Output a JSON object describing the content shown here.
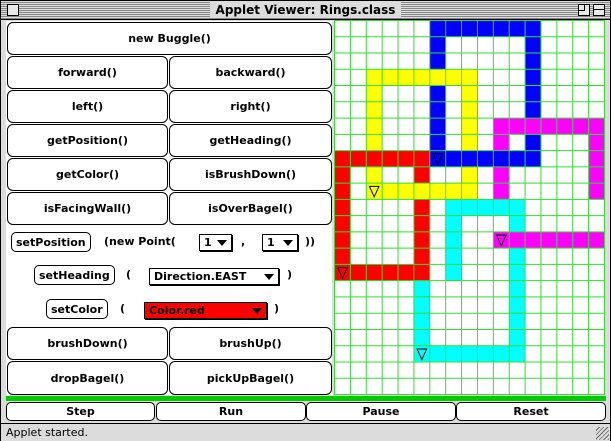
{
  "window": {
    "title": "Applet Viewer: Rings.class"
  },
  "buttons": {
    "new_buggle": "new Buggle()",
    "forward": "forward()",
    "backward": "backward()",
    "left": "left()",
    "right": "right()",
    "get_position": "getPosition()",
    "get_heading": "getHeading()",
    "get_color": "getColor()",
    "is_brush_down": "isBrushDown()",
    "is_facing_wall": "isFacingWall()",
    "is_over_bagel": "isOverBagel()",
    "set_position": "setPosition",
    "set_heading": "setHeading",
    "set_color": "setColor",
    "brush_down": "brushDown()",
    "brush_up": "brushUp()",
    "drop_bagel": "dropBagel()",
    "pick_up_bagel": "pickUpBagel()"
  },
  "set_position": {
    "open": "(new Point(",
    "comma": ",",
    "close": "))",
    "x_value": "1",
    "y_value": "1"
  },
  "set_heading": {
    "open": "(",
    "close": ")",
    "value": "Direction.EAST"
  },
  "set_color": {
    "open": "(",
    "close": ")",
    "value": "Color.red",
    "value_color": "#ff0000"
  },
  "controls": {
    "step": "Step",
    "run": "Run",
    "pause": "Pause",
    "reset": "Reset"
  },
  "status": {
    "text": "Applet started."
  },
  "grid": {
    "cols": 17,
    "rows": 23,
    "line_color": "#33dd33",
    "colors": {
      "blue": "#0000ff",
      "yellow": "#ffff00",
      "magenta": "#ff00ff",
      "red": "#ff0000",
      "cyan": "#00ffff"
    },
    "cells": [
      {
        "col": 6,
        "row": 0,
        "color": "blue"
      },
      {
        "col": 7,
        "row": 0,
        "color": "blue"
      },
      {
        "col": 8,
        "row": 0,
        "color": "blue"
      },
      {
        "col": 9,
        "row": 0,
        "color": "blue"
      },
      {
        "col": 10,
        "row": 0,
        "color": "blue"
      },
      {
        "col": 11,
        "row": 0,
        "color": "blue"
      },
      {
        "col": 12,
        "row": 0,
        "color": "blue"
      },
      {
        "col": 6,
        "row": 1,
        "color": "blue"
      },
      {
        "col": 12,
        "row": 1,
        "color": "blue"
      },
      {
        "col": 6,
        "row": 2,
        "color": "blue"
      },
      {
        "col": 12,
        "row": 2,
        "color": "blue"
      },
      {
        "col": 2,
        "row": 3,
        "color": "yellow"
      },
      {
        "col": 3,
        "row": 3,
        "color": "yellow"
      },
      {
        "col": 4,
        "row": 3,
        "color": "yellow"
      },
      {
        "col": 5,
        "row": 3,
        "color": "yellow"
      },
      {
        "col": 6,
        "row": 3,
        "color": "yellow"
      },
      {
        "col": 7,
        "row": 3,
        "color": "yellow"
      },
      {
        "col": 8,
        "row": 3,
        "color": "yellow"
      },
      {
        "col": 12,
        "row": 3,
        "color": "blue"
      },
      {
        "col": 2,
        "row": 4,
        "color": "yellow"
      },
      {
        "col": 6,
        "row": 4,
        "color": "blue"
      },
      {
        "col": 8,
        "row": 4,
        "color": "yellow"
      },
      {
        "col": 12,
        "row": 4,
        "color": "blue"
      },
      {
        "col": 2,
        "row": 5,
        "color": "yellow"
      },
      {
        "col": 6,
        "row": 5,
        "color": "blue"
      },
      {
        "col": 8,
        "row": 5,
        "color": "yellow"
      },
      {
        "col": 12,
        "row": 5,
        "color": "blue"
      },
      {
        "col": 2,
        "row": 6,
        "color": "yellow"
      },
      {
        "col": 6,
        "row": 6,
        "color": "blue"
      },
      {
        "col": 8,
        "row": 6,
        "color": "yellow"
      },
      {
        "col": 10,
        "row": 6,
        "color": "magenta"
      },
      {
        "col": 11,
        "row": 6,
        "color": "magenta"
      },
      {
        "col": 12,
        "row": 6,
        "color": "magenta"
      },
      {
        "col": 13,
        "row": 6,
        "color": "magenta"
      },
      {
        "col": 14,
        "row": 6,
        "color": "magenta"
      },
      {
        "col": 15,
        "row": 6,
        "color": "magenta"
      },
      {
        "col": 16,
        "row": 6,
        "color": "magenta"
      },
      {
        "col": 2,
        "row": 7,
        "color": "yellow"
      },
      {
        "col": 6,
        "row": 7,
        "color": "blue"
      },
      {
        "col": 8,
        "row": 7,
        "color": "yellow"
      },
      {
        "col": 10,
        "row": 7,
        "color": "magenta"
      },
      {
        "col": 12,
        "row": 7,
        "color": "blue"
      },
      {
        "col": 16,
        "row": 7,
        "color": "magenta"
      },
      {
        "col": 0,
        "row": 8,
        "color": "red"
      },
      {
        "col": 1,
        "row": 8,
        "color": "red"
      },
      {
        "col": 2,
        "row": 8,
        "color": "red"
      },
      {
        "col": 3,
        "row": 8,
        "color": "red"
      },
      {
        "col": 4,
        "row": 8,
        "color": "red"
      },
      {
        "col": 5,
        "row": 8,
        "color": "red"
      },
      {
        "col": 6,
        "row": 8,
        "color": "blue"
      },
      {
        "col": 7,
        "row": 8,
        "color": "blue"
      },
      {
        "col": 8,
        "row": 8,
        "color": "blue"
      },
      {
        "col": 9,
        "row": 8,
        "color": "blue"
      },
      {
        "col": 10,
        "row": 8,
        "color": "blue"
      },
      {
        "col": 11,
        "row": 8,
        "color": "blue"
      },
      {
        "col": 12,
        "row": 8,
        "color": "blue"
      },
      {
        "col": 16,
        "row": 8,
        "color": "magenta"
      },
      {
        "col": 0,
        "row": 9,
        "color": "red"
      },
      {
        "col": 2,
        "row": 9,
        "color": "yellow"
      },
      {
        "col": 5,
        "row": 9,
        "color": "red"
      },
      {
        "col": 8,
        "row": 9,
        "color": "yellow"
      },
      {
        "col": 10,
        "row": 9,
        "color": "magenta"
      },
      {
        "col": 16,
        "row": 9,
        "color": "magenta"
      },
      {
        "col": 0,
        "row": 10,
        "color": "red"
      },
      {
        "col": 2,
        "row": 10,
        "color": "yellow"
      },
      {
        "col": 3,
        "row": 10,
        "color": "yellow"
      },
      {
        "col": 4,
        "row": 10,
        "color": "yellow"
      },
      {
        "col": 5,
        "row": 10,
        "color": "yellow"
      },
      {
        "col": 6,
        "row": 10,
        "color": "yellow"
      },
      {
        "col": 7,
        "row": 10,
        "color": "yellow"
      },
      {
        "col": 8,
        "row": 10,
        "color": "yellow"
      },
      {
        "col": 10,
        "row": 10,
        "color": "magenta"
      },
      {
        "col": 16,
        "row": 10,
        "color": "magenta"
      },
      {
        "col": 0,
        "row": 11,
        "color": "red"
      },
      {
        "col": 5,
        "row": 11,
        "color": "red"
      },
      {
        "col": 7,
        "row": 11,
        "color": "cyan"
      },
      {
        "col": 8,
        "row": 11,
        "color": "cyan"
      },
      {
        "col": 9,
        "row": 11,
        "color": "cyan"
      },
      {
        "col": 10,
        "row": 11,
        "color": "cyan"
      },
      {
        "col": 11,
        "row": 11,
        "color": "cyan"
      },
      {
        "col": 0,
        "row": 12,
        "color": "red"
      },
      {
        "col": 5,
        "row": 12,
        "color": "red"
      },
      {
        "col": 7,
        "row": 12,
        "color": "cyan"
      },
      {
        "col": 11,
        "row": 12,
        "color": "cyan"
      },
      {
        "col": 0,
        "row": 13,
        "color": "red"
      },
      {
        "col": 5,
        "row": 13,
        "color": "red"
      },
      {
        "col": 7,
        "row": 13,
        "color": "cyan"
      },
      {
        "col": 10,
        "row": 13,
        "color": "magenta"
      },
      {
        "col": 11,
        "row": 13,
        "color": "magenta"
      },
      {
        "col": 12,
        "row": 13,
        "color": "magenta"
      },
      {
        "col": 13,
        "row": 13,
        "color": "magenta"
      },
      {
        "col": 14,
        "row": 13,
        "color": "magenta"
      },
      {
        "col": 15,
        "row": 13,
        "color": "magenta"
      },
      {
        "col": 16,
        "row": 13,
        "color": "magenta"
      },
      {
        "col": 0,
        "row": 14,
        "color": "red"
      },
      {
        "col": 5,
        "row": 14,
        "color": "red"
      },
      {
        "col": 7,
        "row": 14,
        "color": "cyan"
      },
      {
        "col": 11,
        "row": 14,
        "color": "cyan"
      },
      {
        "col": 0,
        "row": 15,
        "color": "red"
      },
      {
        "col": 1,
        "row": 15,
        "color": "red"
      },
      {
        "col": 2,
        "row": 15,
        "color": "red"
      },
      {
        "col": 3,
        "row": 15,
        "color": "red"
      },
      {
        "col": 4,
        "row": 15,
        "color": "red"
      },
      {
        "col": 5,
        "row": 15,
        "color": "red"
      },
      {
        "col": 7,
        "row": 15,
        "color": "cyan"
      },
      {
        "col": 11,
        "row": 15,
        "color": "cyan"
      },
      {
        "col": 5,
        "row": 16,
        "color": "cyan"
      },
      {
        "col": 11,
        "row": 16,
        "color": "cyan"
      },
      {
        "col": 5,
        "row": 17,
        "color": "cyan"
      },
      {
        "col": 11,
        "row": 17,
        "color": "cyan"
      },
      {
        "col": 5,
        "row": 18,
        "color": "cyan"
      },
      {
        "col": 11,
        "row": 18,
        "color": "cyan"
      },
      {
        "col": 5,
        "row": 19,
        "color": "cyan"
      },
      {
        "col": 11,
        "row": 19,
        "color": "cyan"
      },
      {
        "col": 5,
        "row": 20,
        "color": "cyan"
      },
      {
        "col": 6,
        "row": 20,
        "color": "cyan"
      },
      {
        "col": 7,
        "row": 20,
        "color": "cyan"
      },
      {
        "col": 8,
        "row": 20,
        "color": "cyan"
      },
      {
        "col": 9,
        "row": 20,
        "color": "cyan"
      },
      {
        "col": 10,
        "row": 20,
        "color": "cyan"
      },
      {
        "col": 11,
        "row": 20,
        "color": "cyan"
      }
    ],
    "buggles": [
      {
        "col": 6,
        "row": 8,
        "color": "blue"
      },
      {
        "col": 2,
        "row": 10,
        "color": "yellow"
      },
      {
        "col": 10,
        "row": 13,
        "color": "magenta"
      },
      {
        "col": 0,
        "row": 15,
        "color": "red"
      },
      {
        "col": 5,
        "row": 20,
        "color": "cyan"
      }
    ]
  }
}
